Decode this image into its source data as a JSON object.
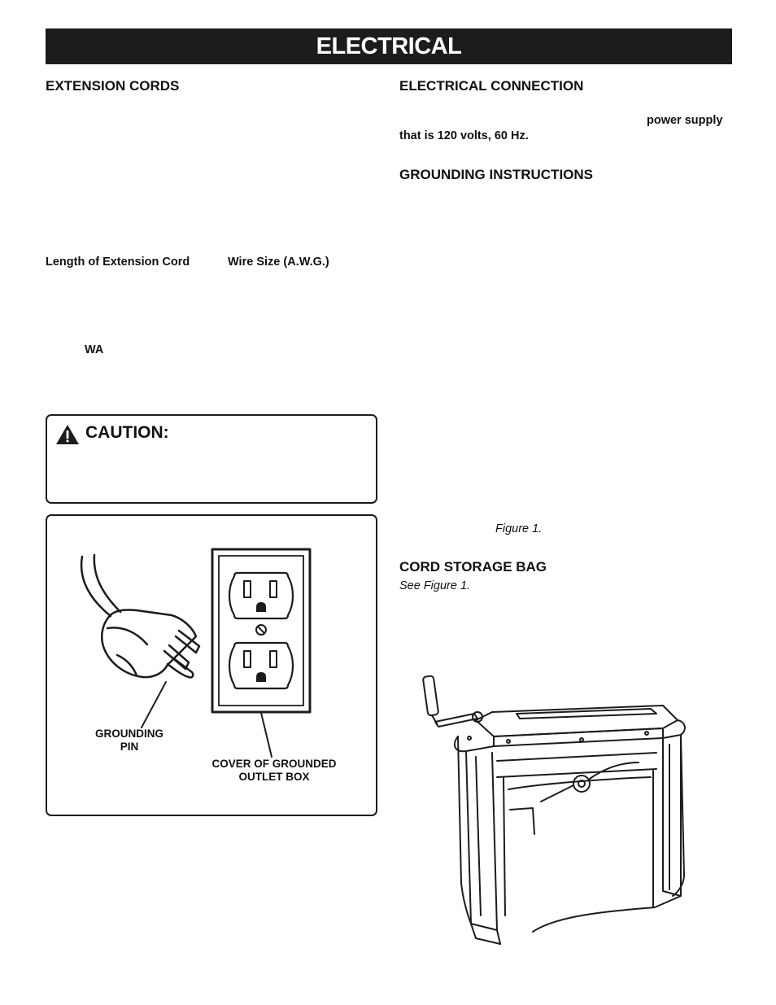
{
  "banner": {
    "title": "ELECTRICAL"
  },
  "left": {
    "extension_cords_heading": "EXTENSION CORDS",
    "table_header_length": "Length of Extension Cord",
    "table_header_wire": "Wire Size (A.W.G.)",
    "warning_fragment": "WA",
    "caution_title": "CAUTION:",
    "figure_labels": {
      "grounding_pin_line1": "GROUNDING",
      "grounding_pin_line2": "PIN",
      "outlet_cover_line1": "COVER OF GROUNDED",
      "outlet_cover_line2": "OUTLET BOX"
    }
  },
  "right": {
    "electrical_connection_heading": "ELECTRICAL CONNECTION",
    "power_supply_fragment": "power supply",
    "voltage_line": "that is 120 volts, 60 Hz.",
    "grounding_heading": "GROUNDING INSTRUCTIONS",
    "figure_ref": "Figure 1.",
    "cord_storage_heading": "CORD STORAGE BAG",
    "see_figure": "See Figure 1."
  }
}
